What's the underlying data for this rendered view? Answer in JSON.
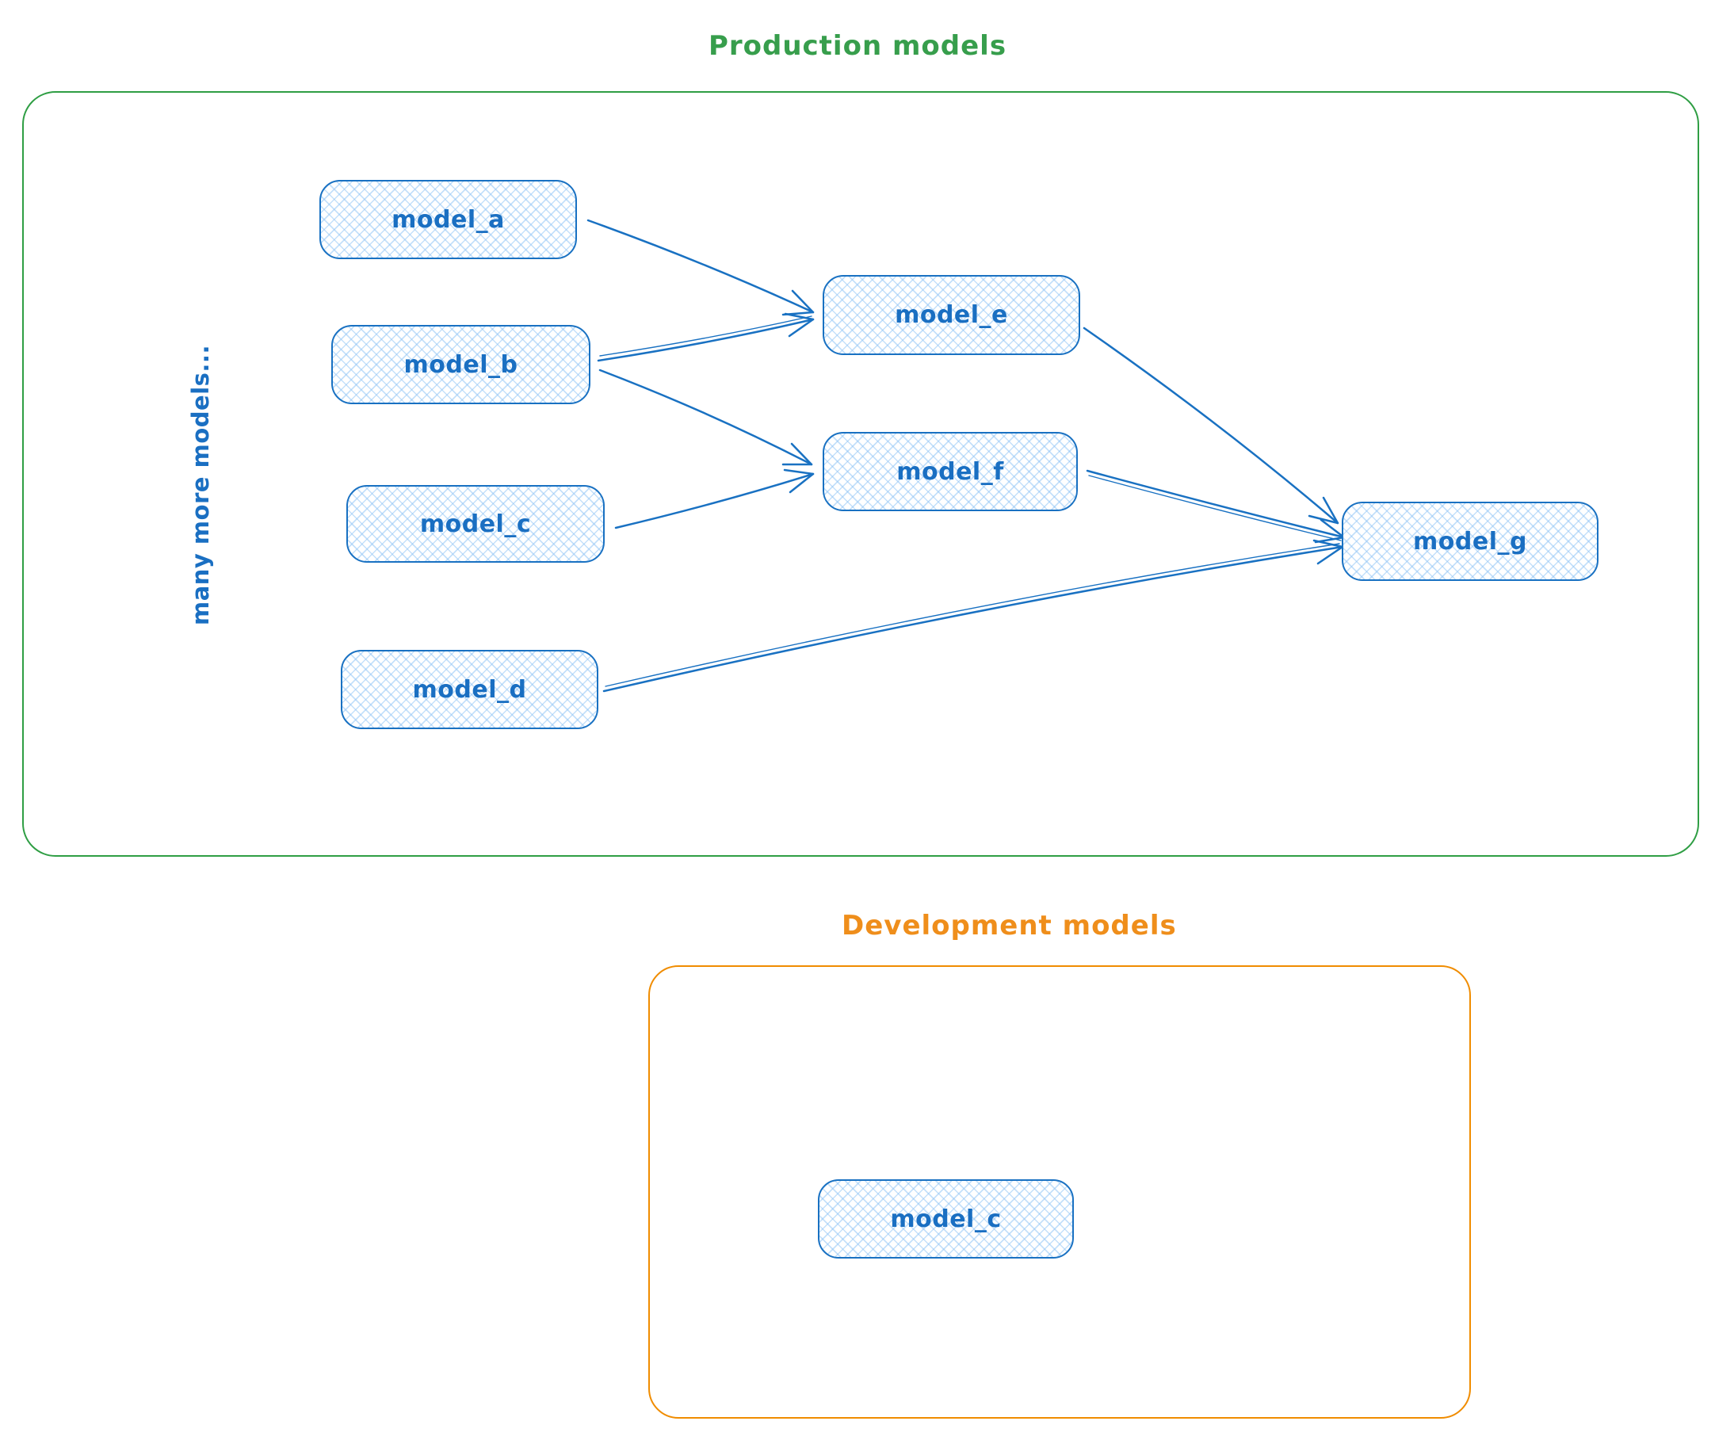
{
  "production": {
    "title": "Production models",
    "side_note": "many more models...",
    "nodes": [
      {
        "id": "model_a",
        "label": "model_a"
      },
      {
        "id": "model_b",
        "label": "model_b"
      },
      {
        "id": "model_c",
        "label": "model_c"
      },
      {
        "id": "model_d",
        "label": "model_d"
      },
      {
        "id": "model_e",
        "label": "model_e"
      },
      {
        "id": "model_f",
        "label": "model_f"
      },
      {
        "id": "model_g",
        "label": "model_g"
      }
    ],
    "edges": [
      {
        "from": "model_a",
        "to": "model_e"
      },
      {
        "from": "model_b",
        "to": "model_e"
      },
      {
        "from": "model_b",
        "to": "model_f"
      },
      {
        "from": "model_c",
        "to": "model_f"
      },
      {
        "from": "model_e",
        "to": "model_g"
      },
      {
        "from": "model_f",
        "to": "model_g"
      },
      {
        "from": "model_d",
        "to": "model_g"
      }
    ]
  },
  "development": {
    "title": "Development models",
    "nodes": [
      {
        "id": "model_c_dev",
        "label": "model_c"
      }
    ]
  },
  "colors": {
    "production_accent": "#2f9e44",
    "development_accent": "#f08c00",
    "node_stroke": "#1971c2",
    "node_fill_hatch": "#a5d8ff",
    "label_text": "#1a6fc2"
  }
}
